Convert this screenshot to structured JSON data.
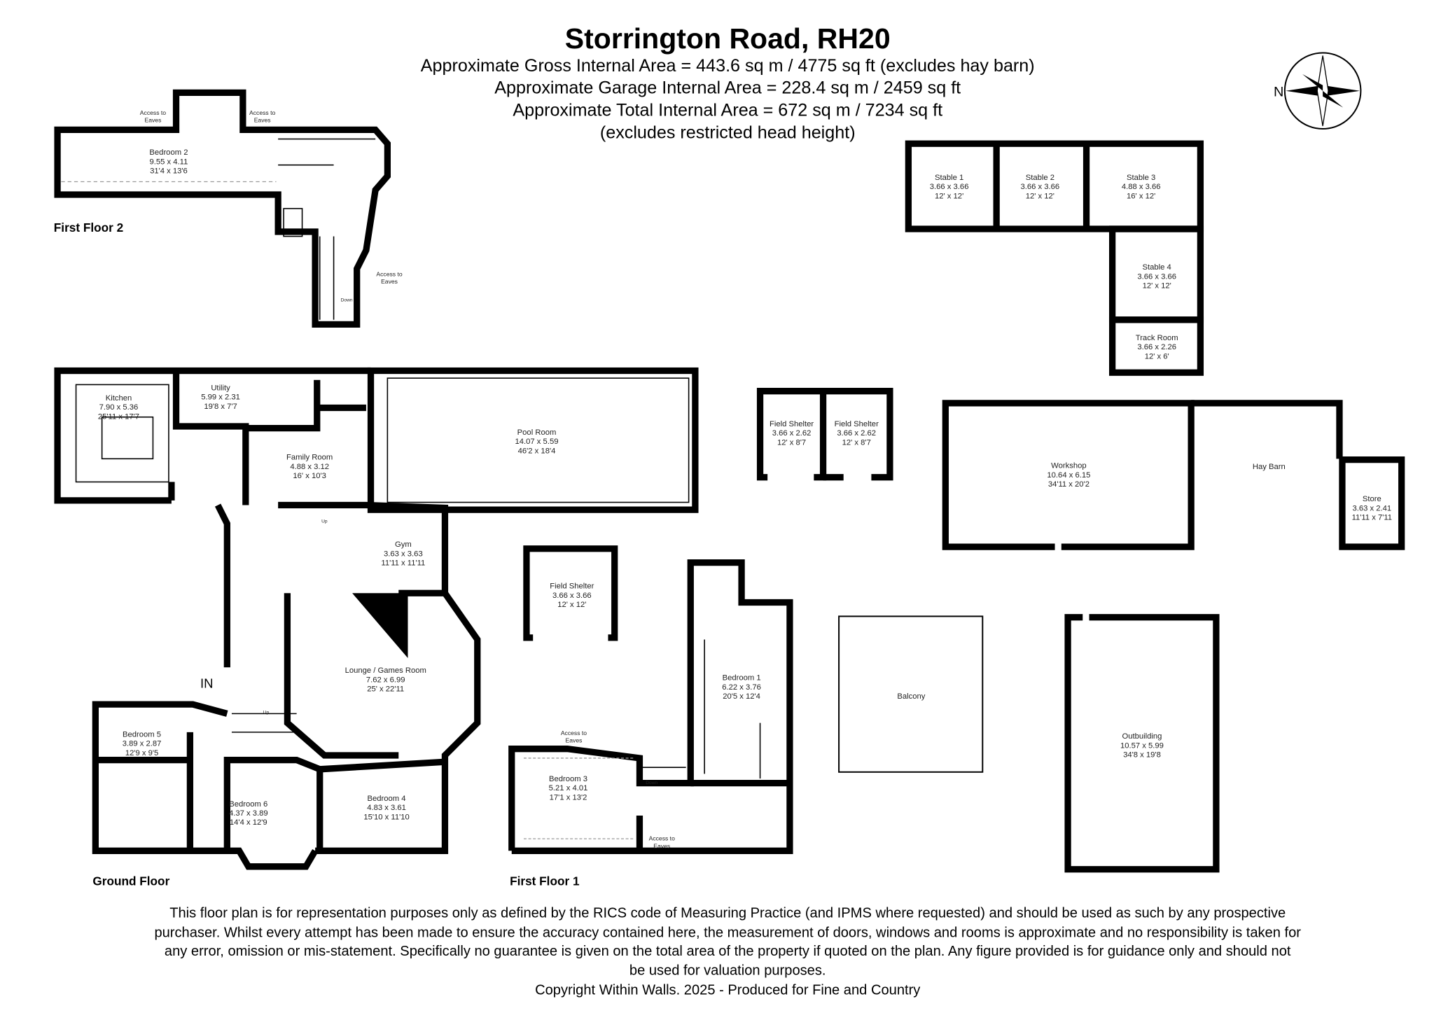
{
  "header": {
    "title": "Storrington Road, RH20",
    "lines": [
      "Approximate Gross Internal Area = 443.6 sq m / 4775 sq ft (excludes hay barn)",
      "Approximate Garage Internal Area = 228.4 sq m / 2459 sq ft",
      "Approximate Total Internal Area = 672 sq m / 7234 sq ft",
      "(excludes restricted head height)"
    ]
  },
  "compass": {
    "label": "N",
    "icon": "compass-rose-icon"
  },
  "floors": {
    "first_floor_2": "First Floor 2",
    "ground_floor": "Ground Floor",
    "first_floor_1": "First Floor 1"
  },
  "rooms": [
    {
      "name": "Bedroom 2",
      "metric": "9.55 x 4.11",
      "imperial": "31'4 x 13'6"
    },
    {
      "name": "Kitchen",
      "metric": "7.90 x 5.36",
      "imperial": "25'11 x 17'7"
    },
    {
      "name": "Utility",
      "metric": "5.99 x 2.31",
      "imperial": "19'8 x 7'7"
    },
    {
      "name": "Family Room",
      "metric": "4.88 x 3.12",
      "imperial": "16' x 10'3"
    },
    {
      "name": "Pool Room",
      "metric": "14.07 x 5.59",
      "imperial": "46'2 x 18'4"
    },
    {
      "name": "Gym",
      "metric": "3.63 x 3.63",
      "imperial": "11'11 x 11'11"
    },
    {
      "name": "Lounge / Games Room",
      "metric": "7.62 x 6.99",
      "imperial": "25' x 22'11"
    },
    {
      "name": "Bedroom 5",
      "metric": "3.89 x 2.87",
      "imperial": "12'9 x 9'5"
    },
    {
      "name": "Bedroom 6",
      "metric": "4.37 x 3.89",
      "imperial": "14'4 x 12'9"
    },
    {
      "name": "Bedroom 4",
      "metric": "4.83 x 3.61",
      "imperial": "15'10 x 11'10"
    },
    {
      "name": "Field Shelter",
      "metric": "3.66 x 3.66",
      "imperial": "12' x 12'"
    },
    {
      "name": "Field Shelter",
      "metric": "3.66 x 2.62",
      "imperial": "12' x 8'7"
    },
    {
      "name": "Field Shelter",
      "metric": "3.66 x 2.62",
      "imperial": "12' x 8'7"
    },
    {
      "name": "Stable 1",
      "metric": "3.66 x 3.66",
      "imperial": "12' x 12'"
    },
    {
      "name": "Stable 2",
      "metric": "3.66 x 3.66",
      "imperial": "12' x 12'"
    },
    {
      "name": "Stable 3",
      "metric": "4.88 x 3.66",
      "imperial": "16' x 12'"
    },
    {
      "name": "Stable 4",
      "metric": "3.66 x 3.66",
      "imperial": "12' x 12'"
    },
    {
      "name": "Track Room",
      "metric": "3.66 x 2.26",
      "imperial": "12' x 6'"
    },
    {
      "name": "Workshop",
      "metric": "10.64 x 6.15",
      "imperial": "34'11 x 20'2"
    },
    {
      "name": "Hay Barn"
    },
    {
      "name": "Store",
      "metric": "3.63 x 2.41",
      "imperial": "11'11 x 7'11"
    },
    {
      "name": "Bedroom 1",
      "metric": "6.22 x 3.76",
      "imperial": "20'5 x 12'4"
    },
    {
      "name": "Balcony"
    },
    {
      "name": "Bedroom 3",
      "metric": "5.21 x 4.01",
      "imperial": "17'1 x 13'2"
    },
    {
      "name": "Outbuilding",
      "metric": "10.57 x 5.99",
      "imperial": "34'8 x 19'8"
    }
  ],
  "annotations": {
    "access_a": "Access to",
    "access_b": "Eaves",
    "up": "Up",
    "down": "Down",
    "entrance": "IN"
  },
  "footer": {
    "lines": [
      "This floor plan is for representation purposes only as defined by the RICS code of Measuring Practice (and IPMS where requested) and should be used as such by any prospective",
      "purchaser. Whilst every attempt has been made to ensure the accuracy contained here, the measurement of doors, windows and rooms is approximate and no responsibility is taken for",
      "any error, omission or mis-statement. Specifically no guarantee is given on the total area of the property if quoted on the plan. Any figure provided is for guidance only and should not",
      "be used for valuation purposes."
    ],
    "copyright": "Copyright Within Walls. 2025 - Produced for Fine and Country"
  }
}
